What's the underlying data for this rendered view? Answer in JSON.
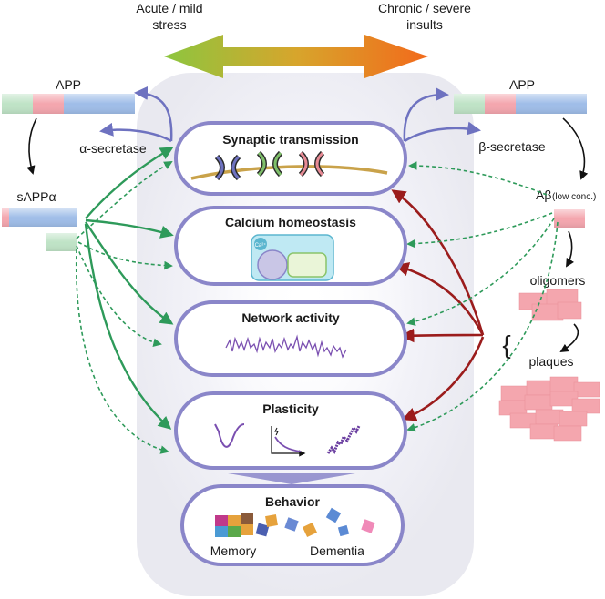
{
  "header": {
    "left_line1": "Acute / mild",
    "left_line2": "stress",
    "right_line1": "Chronic / severe",
    "right_line2": "insults"
  },
  "left": {
    "app": "APP",
    "secretase": "α-secretase",
    "product": "sAPPα"
  },
  "right": {
    "app": "APP",
    "secretase": "β-secretase",
    "abeta": "Aβ",
    "abeta_note": "(low conc.)",
    "oligomers": "oligomers",
    "plaques": "plaques"
  },
  "boxes": {
    "synaptic": "Synaptic transmission",
    "calcium": "Calcium homeostasis",
    "calcium_ion": "Ca²⁺",
    "network": "Network activity",
    "plasticity": "Plasticity",
    "behavior": "Behavior",
    "memory": "Memory",
    "dementia": "Dementia"
  },
  "colors": {
    "green_arrow": "#2e9a5a",
    "red_arrow": "#9b1c1c",
    "box_border": "#8a86c9",
    "secretase_arrow": "#6e72c0",
    "app_green": "#bfe3c6",
    "app_pink": "#f4a6ae",
    "app_blue": "#9fbde8",
    "trace_purple": "#7a4fb0",
    "membrane": "#c9a24a"
  }
}
